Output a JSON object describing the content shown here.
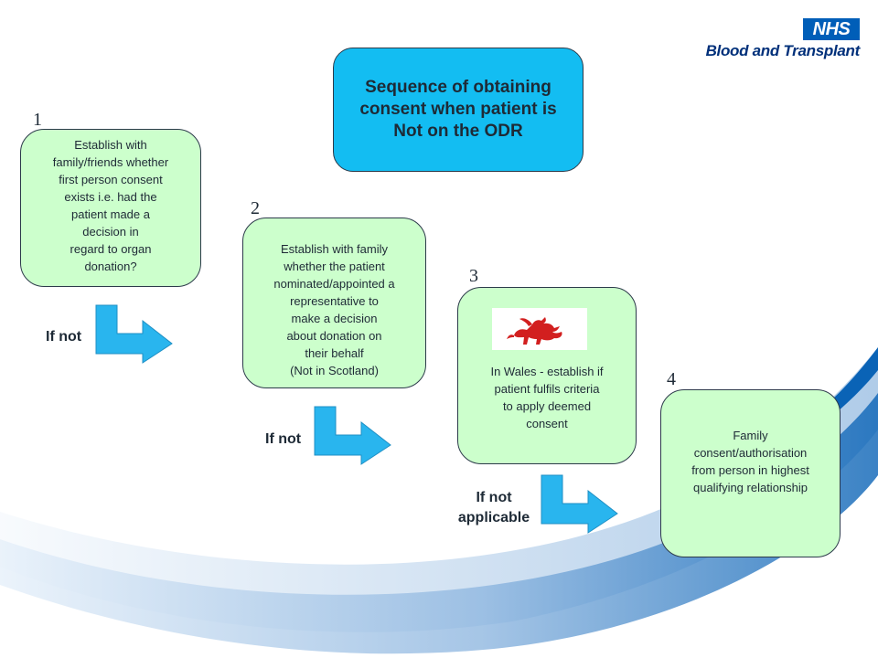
{
  "logo": {
    "badge": "NHS",
    "text": "Blood and Transplant"
  },
  "title": "Sequence of obtaining consent when patient is Not on the ODR",
  "steps": [
    {
      "number": "1",
      "lines": [
        "Establish with",
        "family/friends whether",
        "first person consent",
        "exists i.e. had the",
        "patient made a",
        "decision in",
        "regard to organ",
        "donation?"
      ]
    },
    {
      "number": "2",
      "lines": [
        "Establish with family",
        "whether the patient",
        "nominated/appointed a",
        "representative to",
        "make a decision",
        "about donation on",
        "their behalf",
        "(Not in  Scotland)"
      ]
    },
    {
      "number": "3",
      "lines": [
        "In Wales - establish if",
        "patient fulfils criteria",
        "to apply deemed",
        "consent"
      ],
      "flag_icon": "welsh-dragon-flag-icon"
    },
    {
      "number": "4",
      "lines": [
        "Family",
        "consent/authorisation",
        "from person in highest",
        "qualifying relationship"
      ]
    }
  ],
  "connectors": [
    {
      "label_lines": [
        "If not"
      ]
    },
    {
      "label_lines": [
        "If not"
      ]
    },
    {
      "label_lines": [
        "If not",
        "applicable"
      ]
    }
  ],
  "colors": {
    "title_box": "#13bdf2",
    "step_box": "#ccffcc",
    "arrow": "#29b5ee",
    "swoosh": "#0a63b6",
    "nhs_blue": "#005eb8"
  }
}
